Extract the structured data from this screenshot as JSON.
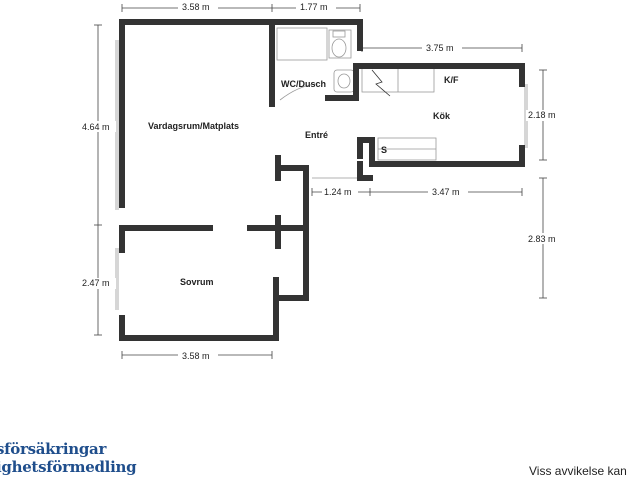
{
  "rooms": {
    "living": "Vardagsrum/Matplats",
    "wc": "WC/Dusch",
    "kitchen": "Kök",
    "kf": "K/F",
    "entry": "Entré",
    "s": "S",
    "bedroom": "Sovrum"
  },
  "dimensions": {
    "top_left": "3.58 m",
    "top_mid": "1.77 m",
    "kitchen_top": "3.75 m",
    "left_upper": "4.64 m",
    "kitchen_right": "2.18 m",
    "entry_width": "1.24 m",
    "kitchen_bottom": "3.47 m",
    "right_lower": "2.83 m",
    "left_lower": "2.47 m",
    "bottom": "3.58 m"
  },
  "branding": {
    "logo_line1": "sförsäkringar",
    "logo_line2": "ighetsförmedling",
    "disclaimer": "Viss avvikelse kan"
  },
  "colors": {
    "wall": "#333333",
    "logo": "#1f4e8c"
  }
}
